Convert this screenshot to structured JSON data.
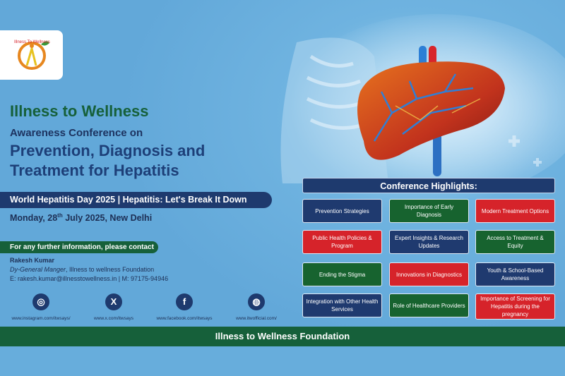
{
  "logo": {
    "text_top": "Illness To Wellness"
  },
  "header": {
    "title": "Illness to Wellness",
    "subtitle": "Awareness Conference on",
    "main_line1": "Prevention, Diagnosis and",
    "main_line2": "Treatment for Hepatitis"
  },
  "banner": "World Hepatitis Day 2025 | Hepatitis: Let's Break It Down",
  "date": {
    "prefix": "Monday, 28",
    "sup": "th",
    "suffix": " July 2025, New Delhi"
  },
  "contact": {
    "heading": "For any further information, please contact",
    "name": "Rakesh Kumar",
    "role": "Dy-General Manger",
    "org": ", Illness to wellness Foundation",
    "email_line": "E: rakesh.kumar@illnesstowellness.in  |  M: 97175-94946"
  },
  "socials": [
    {
      "icon": "instagram-icon",
      "glyph": "◎",
      "url": "www.instagram.com/itwsays/"
    },
    {
      "icon": "x-icon",
      "glyph": "X",
      "url": "www.x.com/itwsays"
    },
    {
      "icon": "facebook-icon",
      "glyph": "f",
      "url": "www.facebook.com/itwsays"
    },
    {
      "icon": "dribbble-icon",
      "glyph": "◍",
      "url": "www.itwofficial.com/"
    }
  ],
  "highlights": {
    "title": "Conference Highlights:",
    "items": [
      {
        "label": "Prevention Strategies",
        "color": "#1f3a6f"
      },
      {
        "label": "Importance of Early Diagnosis",
        "color": "#17632f"
      },
      {
        "label": "Modern Treatment Options",
        "color": "#d6232a"
      },
      {
        "label": "Public Health Policies & Program",
        "color": "#d6232a"
      },
      {
        "label": "Expert Insights & Research Updates",
        "color": "#1f3a6f"
      },
      {
        "label": "Access to Treatment & Equity",
        "color": "#17632f"
      },
      {
        "label": "Ending the Stigma",
        "color": "#17632f"
      },
      {
        "label": "Innovations in Diagnostics",
        "color": "#d6232a"
      },
      {
        "label": "Youth & School-Based Awareness",
        "color": "#1f3a6f"
      },
      {
        "label": "Integration with Other Health Services",
        "color": "#1f3a6f"
      },
      {
        "label": "Role of Healthcare Providers",
        "color": "#17632f"
      },
      {
        "label": "Importance of Screening for Hepatitis during the pregnancy",
        "color": "#d6232a"
      }
    ]
  },
  "footer": "Illness to Wellness Foundation"
}
